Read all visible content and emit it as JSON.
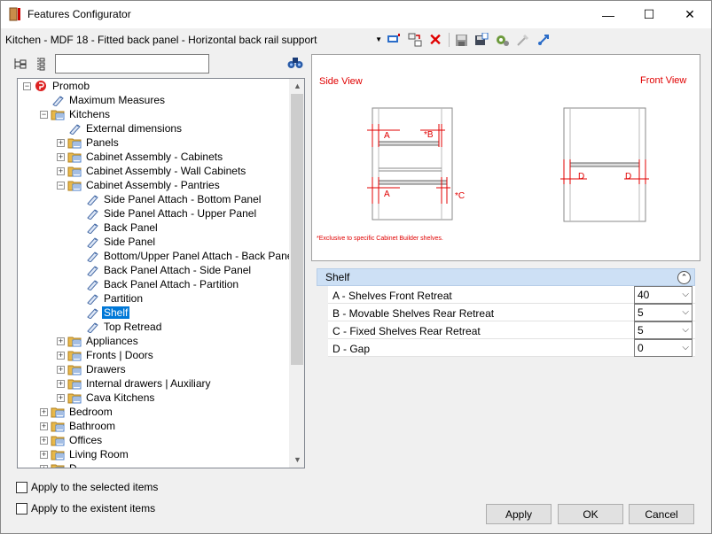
{
  "window": {
    "title": "Features Configurator",
    "minimize": "—",
    "maximize": "☐",
    "close": "✕"
  },
  "toolbar": {
    "config_value": "Kitchen - MDF 18 - Fitted back panel - Horizontal back rail support",
    "icons": [
      "monitor-icon",
      "swap-icon",
      "delete-icon",
      "save-icon",
      "save-as-icon",
      "settings-icon",
      "tools-icon",
      "link-icon"
    ]
  },
  "search": {
    "value": "",
    "placeholder": ""
  },
  "tree": {
    "items": [
      {
        "label": "Promob",
        "level": 0,
        "exp": "−",
        "icon": "promob"
      },
      {
        "label": "Maximum Measures",
        "level": 1,
        "exp": "",
        "icon": "tag"
      },
      {
        "label": "Kitchens",
        "level": 1,
        "exp": "−",
        "icon": "folder"
      },
      {
        "label": "External dimensions",
        "level": 2,
        "exp": "",
        "icon": "tag"
      },
      {
        "label": "Panels",
        "level": 2,
        "exp": "+",
        "icon": "folder"
      },
      {
        "label": "Cabinet Assembly - Cabinets",
        "level": 2,
        "exp": "+",
        "icon": "folder"
      },
      {
        "label": "Cabinet Assembly - Wall Cabinets",
        "level": 2,
        "exp": "+",
        "icon": "folder"
      },
      {
        "label": "Cabinet Assembly - Pantries",
        "level": 2,
        "exp": "−",
        "icon": "folder"
      },
      {
        "label": "Side Panel Attach - Bottom Panel",
        "level": 3,
        "exp": "",
        "icon": "tag"
      },
      {
        "label": " Side Panel Attach - Upper Panel",
        "level": 3,
        "exp": "",
        "icon": "tag"
      },
      {
        "label": "Back Panel",
        "level": 3,
        "exp": "",
        "icon": "tag"
      },
      {
        "label": "Side Panel",
        "level": 3,
        "exp": "",
        "icon": "tag"
      },
      {
        "label": " Bottom/Upper Panel Attach - Back Panel",
        "level": 3,
        "exp": "",
        "icon": "tag"
      },
      {
        "label": "Back Panel Attach - Side Panel",
        "level": 3,
        "exp": "",
        "icon": "tag"
      },
      {
        "label": "Back Panel Attach - Partition",
        "level": 3,
        "exp": "",
        "icon": "tag"
      },
      {
        "label": "Partition",
        "level": 3,
        "exp": "",
        "icon": "tag"
      },
      {
        "label": "Shelf",
        "level": 3,
        "exp": "",
        "icon": "tag",
        "selected": true
      },
      {
        "label": "Top Retread",
        "level": 3,
        "exp": "",
        "icon": "tag"
      },
      {
        "label": "Appliances",
        "level": 2,
        "exp": "+",
        "icon": "folder"
      },
      {
        "label": "Fronts | Doors",
        "level": 2,
        "exp": "+",
        "icon": "folder"
      },
      {
        "label": "Drawers",
        "level": 2,
        "exp": "+",
        "icon": "folder"
      },
      {
        "label": "Internal drawers | Auxiliary",
        "level": 2,
        "exp": "+",
        "icon": "folder"
      },
      {
        "label": "Cava Kitchens",
        "level": 2,
        "exp": "+",
        "icon": "folder"
      },
      {
        "label": "Bedroom",
        "level": 1,
        "exp": "+",
        "icon": "folder"
      },
      {
        "label": "Bathroom",
        "level": 1,
        "exp": "+",
        "icon": "folder"
      },
      {
        "label": "Offices",
        "level": 1,
        "exp": "+",
        "icon": "folder"
      },
      {
        "label": "Living Room",
        "level": 1,
        "exp": "+",
        "icon": "folder"
      },
      {
        "label": "D",
        "level": 1,
        "exp": "+",
        "icon": "folder"
      }
    ]
  },
  "preview": {
    "side_view_label": "Side View",
    "front_view_label": "Front View",
    "marker_a": "A",
    "marker_b": "*B",
    "marker_c": "*C",
    "marker_d": "D",
    "footnote": "*Exclusive to specific Cabinet Builder shelves.",
    "accent_color": "#e00000"
  },
  "properties": {
    "group": "Shelf",
    "rows": [
      {
        "name": "A - Shelves Front Retreat",
        "value": "40"
      },
      {
        "name": "B - Movable Shelves Rear Retreat",
        "value": "5"
      },
      {
        "name": "C - Fixed Shelves Rear Retreat",
        "value": "5"
      },
      {
        "name": "D - Gap",
        "value": "0"
      }
    ]
  },
  "options": {
    "apply_selected": "Apply to the selected items",
    "apply_existent": "Apply to the existent items"
  },
  "buttons": {
    "apply": "Apply",
    "ok": "OK",
    "cancel": "Cancel"
  }
}
